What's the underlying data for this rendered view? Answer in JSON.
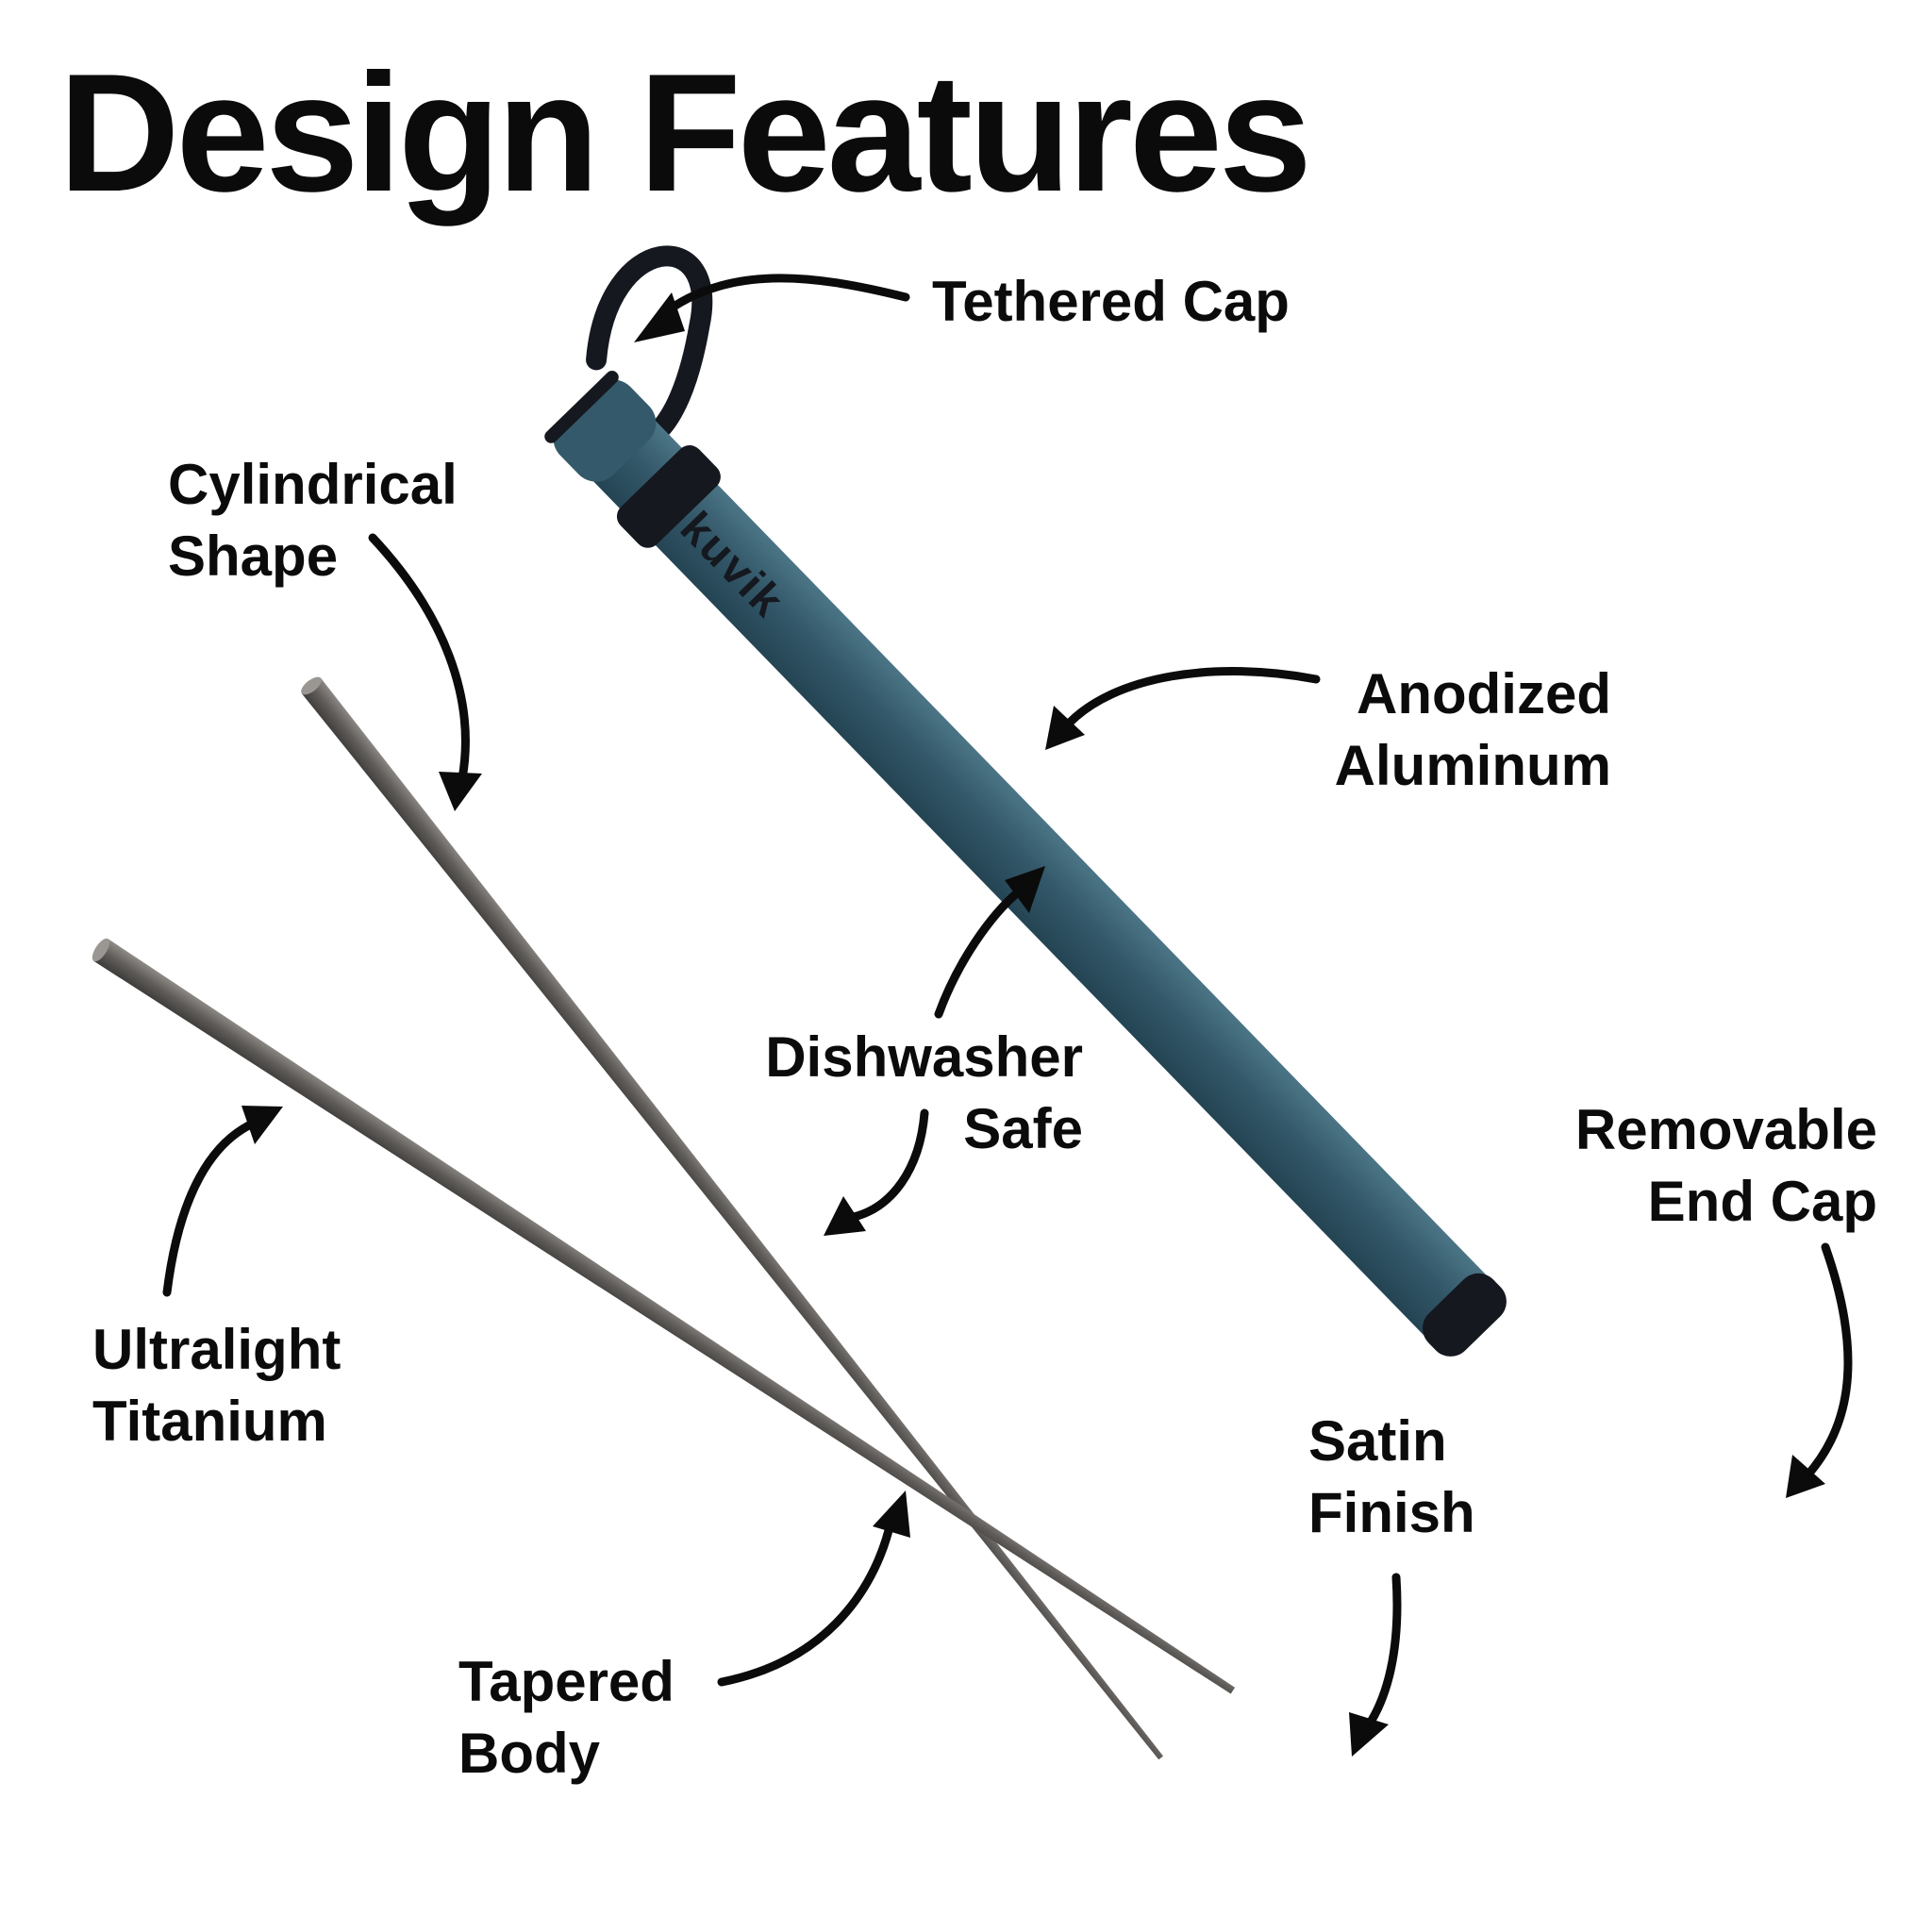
{
  "title": "Design Features",
  "brand_mark": "kuvik",
  "colors": {
    "case": "#34596a",
    "case_highlight": "#4a7384",
    "cap": "#15181f",
    "chopstick": "#6c6966",
    "text": "#0b0b0b"
  },
  "callouts": {
    "tethered_cap": [
      "Tethered Cap"
    ],
    "cylindrical_shape": [
      "Cylindrical",
      "Shape"
    ],
    "anodized_aluminum": [
      "Anodized",
      "Aluminum"
    ],
    "dishwasher_safe": [
      "Dishwasher",
      "Safe"
    ],
    "removable_end_cap": [
      "Removable",
      "End Cap"
    ],
    "ultralight_titanium": [
      "Ultralight",
      "Titanium"
    ],
    "satin_finish": [
      "Satin",
      "Finish"
    ],
    "tapered_body": [
      "Tapered",
      "Body"
    ]
  }
}
